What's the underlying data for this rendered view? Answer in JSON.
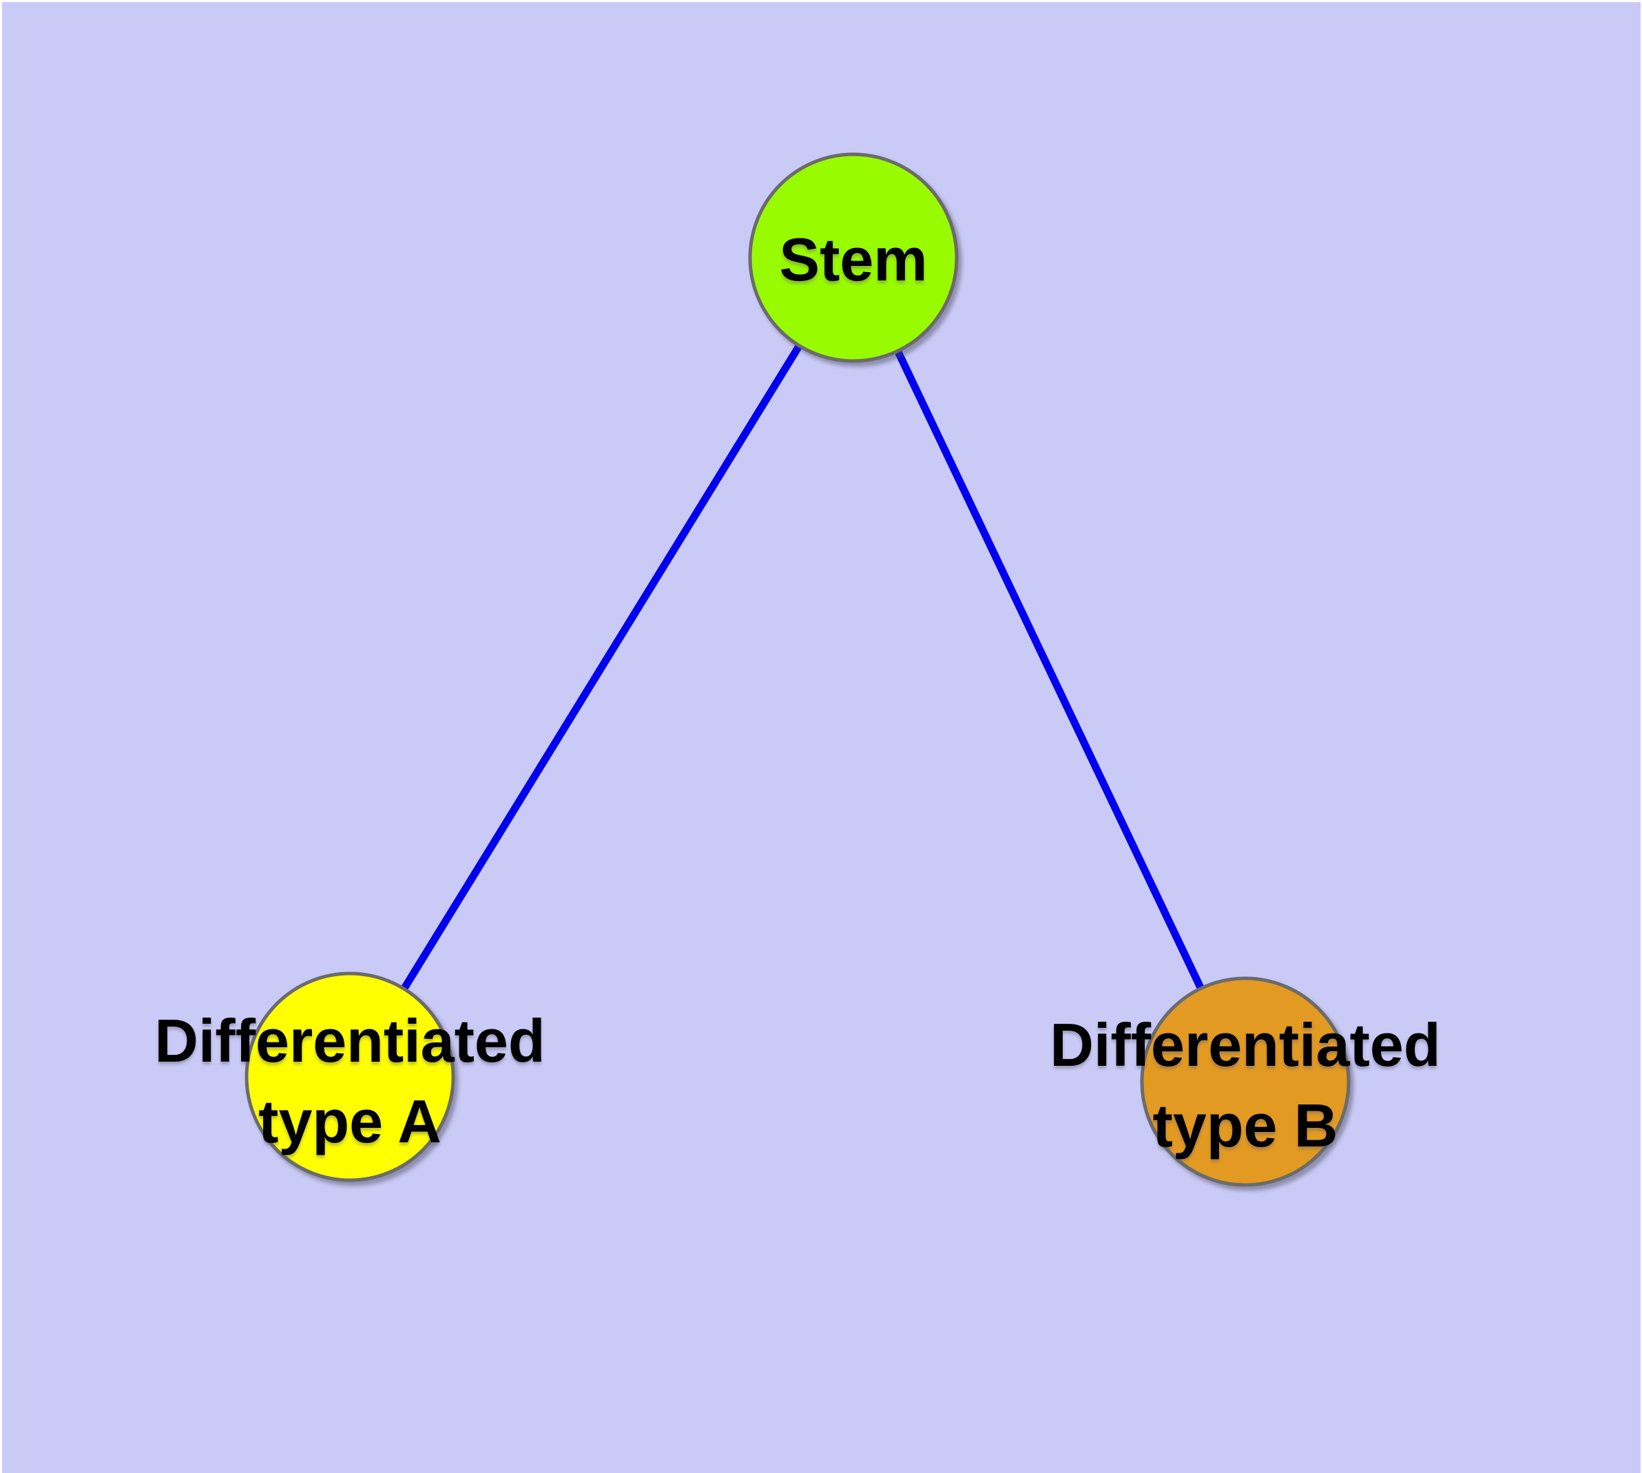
{
  "diagram": {
    "type": "node-link-graph",
    "background_color": "#CACAF7",
    "frame_color": "#FFFFFF",
    "edge_color": "#0000EE",
    "node_border_color": "#6B6B6B",
    "label_color": "#000000",
    "nodes": [
      {
        "id": "stem",
        "label": "Stem",
        "lines": [
          "Stem"
        ],
        "fill": "#99FB00"
      },
      {
        "id": "differentiated-type-a",
        "label": "Differentiated type A",
        "lines": [
          "Differentiated",
          "type A"
        ],
        "fill": "#FFFF00"
      },
      {
        "id": "differentiated-type-b",
        "label": "Differentiated type B",
        "lines": [
          "Differentiated",
          "type B"
        ],
        "fill": "#E39A22"
      }
    ],
    "edges": [
      {
        "from": "stem",
        "to": "differentiated-type-a"
      },
      {
        "from": "stem",
        "to": "differentiated-type-b"
      }
    ]
  }
}
